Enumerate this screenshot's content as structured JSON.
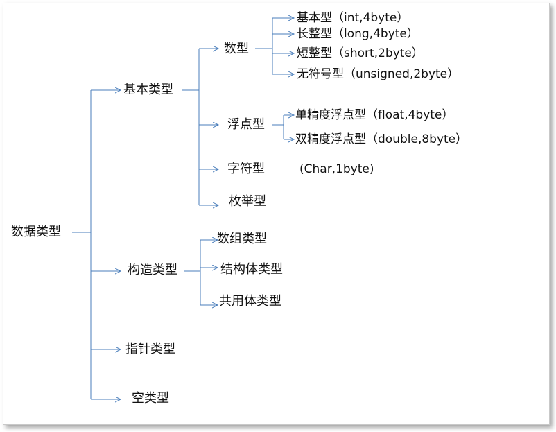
{
  "colors": {
    "connector": "#4a7ebb",
    "text": "#111111",
    "border": "#c9c9c9"
  },
  "tree": {
    "root": "数据类型",
    "basic": {
      "label": "基本类型",
      "numeric": {
        "label": "数型",
        "items": [
          "基本型（int,4byte）",
          "长整型（long,4byte）",
          "短整型（short,2byte）",
          "无符号型（unsigned,2byte）"
        ]
      },
      "float": {
        "label": "浮点型",
        "items": [
          "单精度浮点型（float,4byte）",
          "双精度浮点型（double,8byte）"
        ]
      },
      "char": {
        "label": "字符型",
        "note": "(Char,1byte)"
      },
      "enum": {
        "label": "枚举型"
      }
    },
    "constructed": {
      "label": "构造类型",
      "items": [
        "数组类型",
        "结构体类型",
        "共用体类型"
      ]
    },
    "pointer": {
      "label": "指针类型"
    },
    "void": {
      "label": "空类型"
    }
  }
}
